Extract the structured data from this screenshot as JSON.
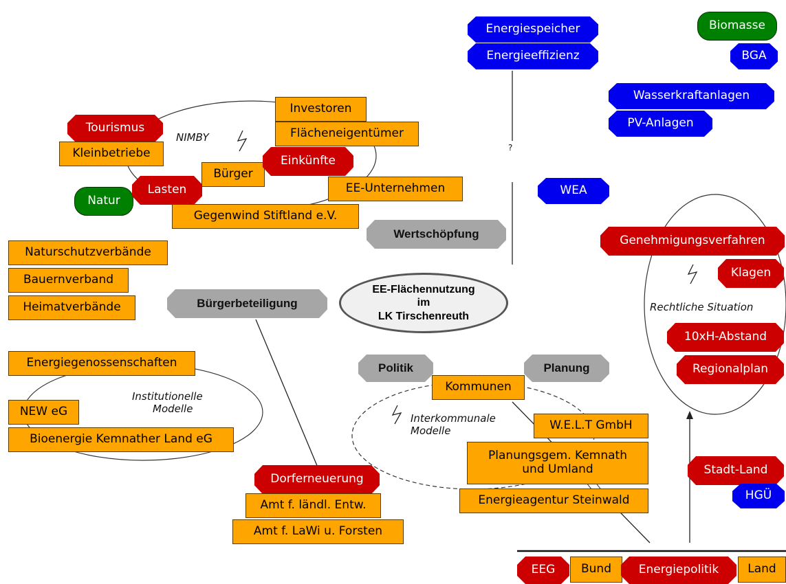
{
  "center": {
    "line1": "EE-Flächennutzung",
    "line2": "im",
    "line3": "LK Tirschenreuth"
  },
  "hubs": {
    "wertschoepfung": "Wertschöpfung",
    "buergerbeteiligung": "Bürgerbeteiligung",
    "politik": "Politik",
    "planung": "Planung"
  },
  "energy": {
    "energiespeicher": "Energiespeicher",
    "energieeffizienz": "Energieeffizienz",
    "biomasse": "Biomasse",
    "bga": "BGA",
    "wasserkraft": "Wasserkraftanlagen",
    "pv": "PV-Anlagen",
    "wea": "WEA",
    "question_mark": "?"
  },
  "nimby": {
    "label": "NIMBY",
    "tourismus": "Tourismus",
    "kleinbetriebe": "Kleinbetriebe",
    "natur": "Natur",
    "lasten": "Lasten",
    "buerger": "Bürger",
    "einkuenfte": "Einkünfte",
    "investoren": "Investoren",
    "flaecheneigentuemer": "Flächeneigentümer",
    "ee_unternehmen": "EE-Unternehmen",
    "gegenwind": "Gegenwind Stiftland e.V."
  },
  "verbaende": {
    "naturschutz": "Naturschutzverbände",
    "bauern": "Bauernverband",
    "heimat": "Heimatverbände"
  },
  "institutionell": {
    "label1": "Institutionelle",
    "label2": "Modelle",
    "energiegenossenschaften": "Energiegenossenschaften",
    "new_eg": "NEW eG",
    "bioenergie": "Bioenergie Kemnather Land eG"
  },
  "dorf": {
    "dorferneuerung": "Dorferneuerung",
    "amt_laendl": "Amt f. ländl. Entw.",
    "amt_lawi": "Amt f. LaWi u. Forsten"
  },
  "interkommunal": {
    "label1": "Interkommunale",
    "label2": "Modelle",
    "kommunen": "Kommunen",
    "welt": "W.E.L.T GmbH",
    "planungs_line1": "Planungsgem. Kemnath",
    "planungs_line2": "und Umland",
    "energieagentur": "Energieagentur Steinwald"
  },
  "rechtlich": {
    "label": "Rechtliche Situation",
    "genehmigung": "Genehmigungsverfahren",
    "klagen": "Klagen",
    "abstand": "10xH-Abstand",
    "regionalplan": "Regionalplan",
    "stadt_land": "Stadt-Land",
    "hgue": "HGÜ"
  },
  "bottom": {
    "eeg": "EEG",
    "bund": "Bund",
    "energiepolitik": "Energiepolitik",
    "land": "Land"
  },
  "colors": {
    "orange": "#ffa500",
    "red": "#cc0000",
    "blue": "#0000ee",
    "gray": "#a6a6a6",
    "green": "#008000"
  },
  "icons": {
    "conflict": "lightning-icon",
    "arrow": "arrow-up-icon"
  }
}
